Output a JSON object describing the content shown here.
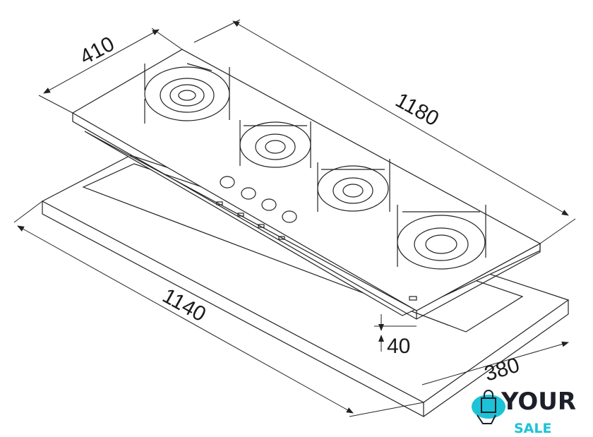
{
  "dimensions": {
    "depth_top": "410",
    "width_top": "1180",
    "cutout_width": "1140",
    "cutout_depth": "380",
    "height": "40"
  },
  "logo": {
    "line1": "YOUR",
    "line2": "SALE",
    "accent": "#1cc3d6",
    "dark": "#1c1f2a"
  }
}
